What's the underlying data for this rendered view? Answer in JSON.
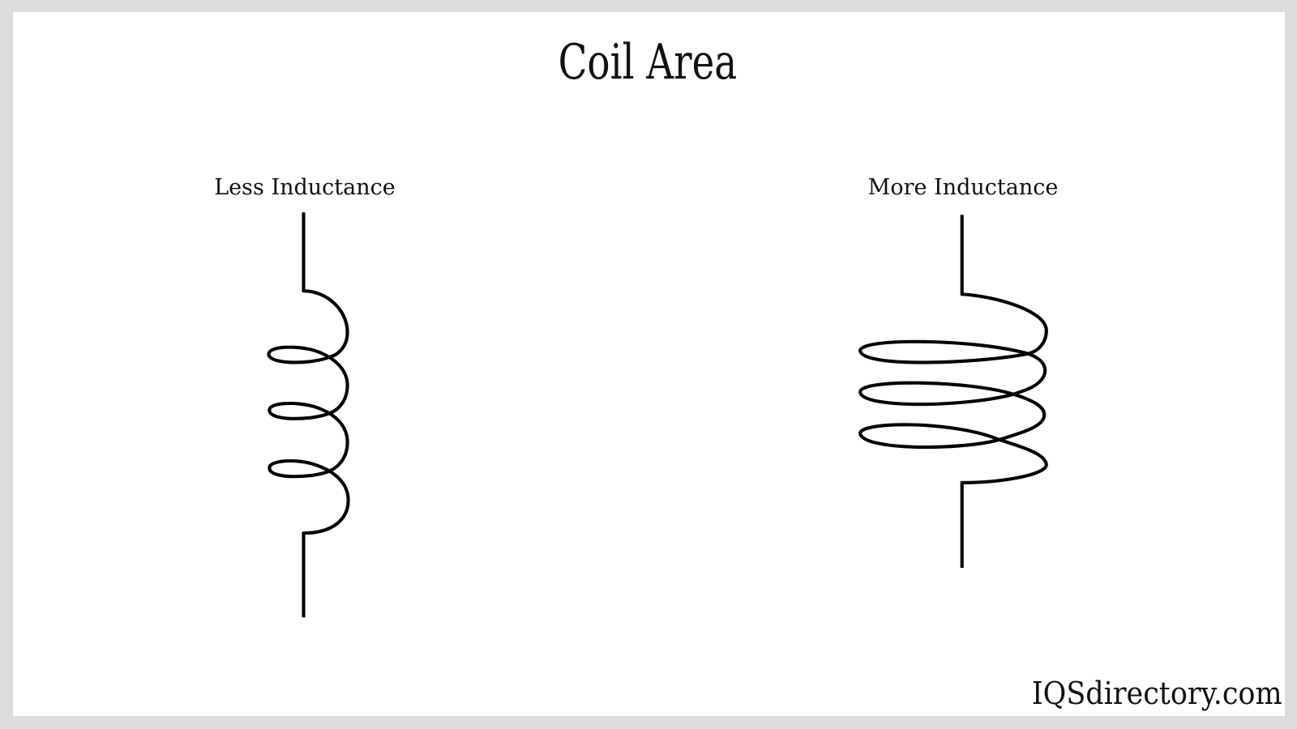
{
  "title": "Coil Area",
  "left_coil": {
    "label": "Less Inductance"
  },
  "right_coil": {
    "label": "More Inductance"
  },
  "watermark": "IQSdirectory.com",
  "colors": {
    "background": "#ffffff",
    "frame": "#dcdcdc",
    "stroke": "#000000"
  }
}
